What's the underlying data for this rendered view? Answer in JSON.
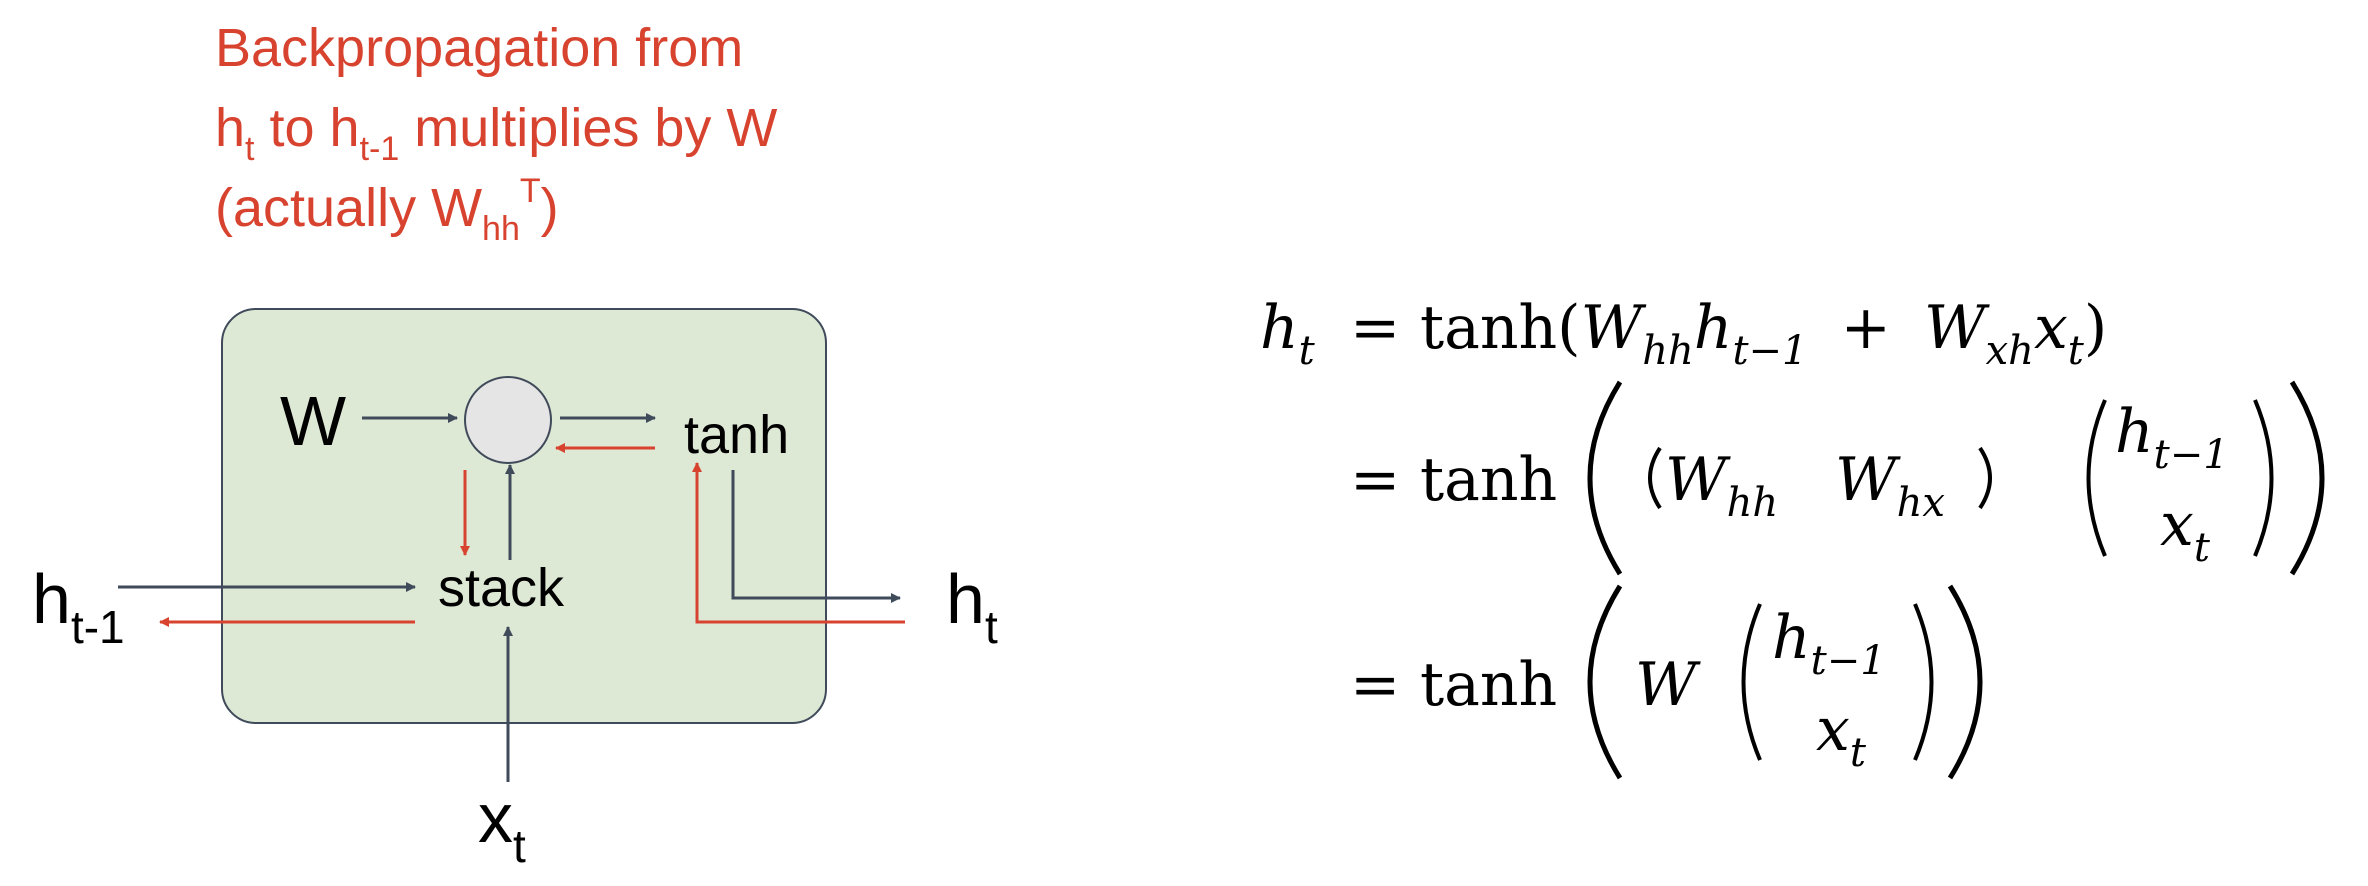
{
  "caption": {
    "line1": "Backpropagation from",
    "line2": {
      "h": "h",
      "h_sub": "t",
      "to": " to ",
      "h2": "h",
      "h2_sub": "t-1",
      "rest": " multiplies by W"
    },
    "line3": {
      "pre": "(actually W",
      "sub": "hh",
      "sup": "T",
      "post": ")"
    }
  },
  "diagram": {
    "w_label": "W",
    "tanh_label": "tanh",
    "stack_label": "stack",
    "h_prev": {
      "base": "h",
      "sub": "t-1"
    },
    "h_out": {
      "base": "h",
      "sub": "t"
    },
    "x_in": {
      "base": "x",
      "sub": "t"
    },
    "colors": {
      "cell_fill": "#dde8d5",
      "cell_stroke": "#3f4a5a",
      "forward_arrow": "#3f4a5a",
      "backward_arrow": "#d8432f",
      "node_fill": "#e5e5e5"
    }
  },
  "equations": {
    "line1": {
      "lhs": "h",
      "lhs_sub": "t",
      "eq": "=",
      "fn": "tanh",
      "open": "(",
      "w1": "W",
      "w1_sub": "hh",
      "h1": "h",
      "h1_sub": "t−1",
      "plus": "+",
      "w2": "W",
      "w2_sub": "xh",
      "x": "x",
      "x_sub": "t",
      "close": ")"
    },
    "line2": {
      "eq": "=",
      "fn": "tanh",
      "w1": "W",
      "w1_sub": "hh",
      "w2": "W",
      "w2_sub": "hx",
      "v1": "h",
      "v1_sub": "t−1",
      "v2": "x",
      "v2_sub": "t"
    },
    "line3": {
      "eq": "=",
      "fn": "tanh",
      "w": "W",
      "v1": "h",
      "v1_sub": "t−1",
      "v2": "x",
      "v2_sub": "t"
    }
  }
}
